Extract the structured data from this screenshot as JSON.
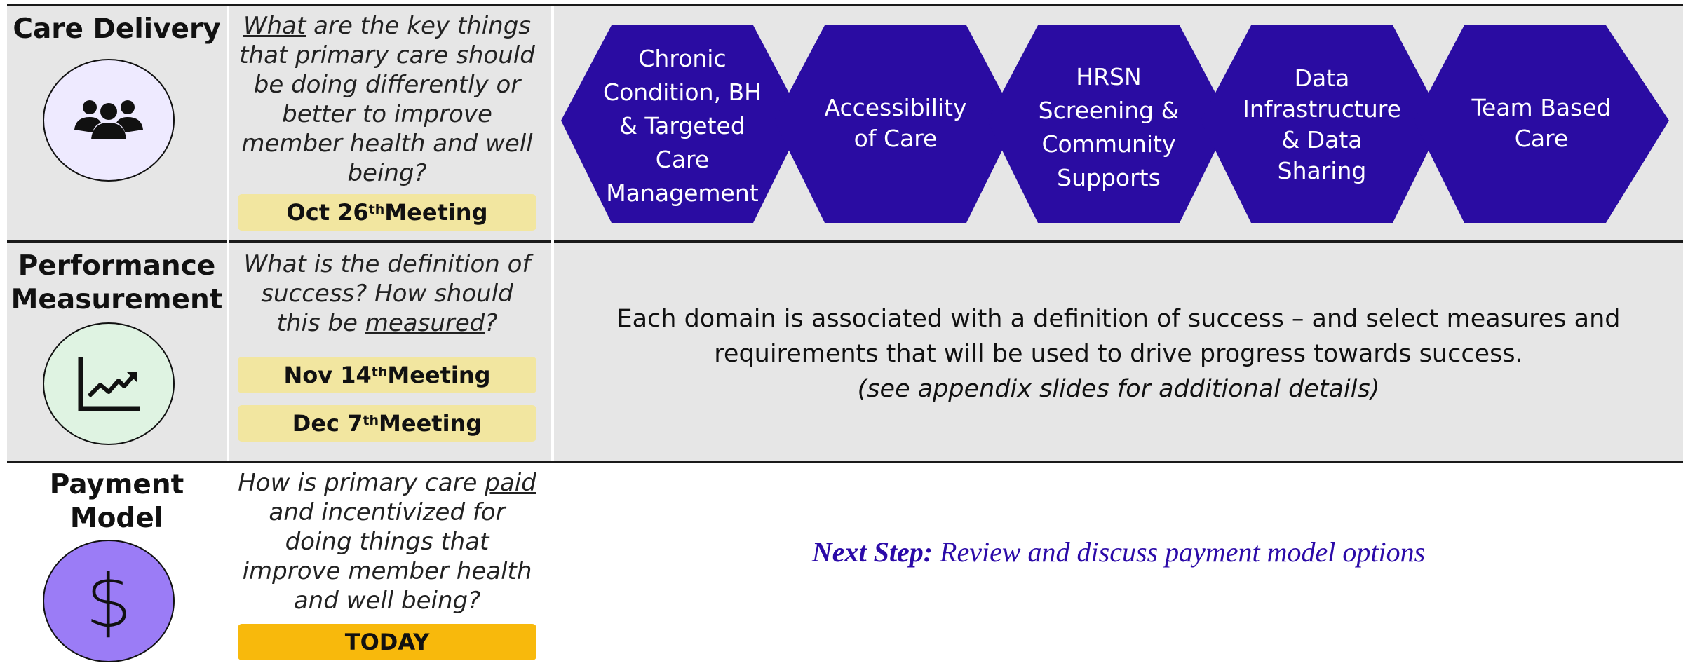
{
  "colors": {
    "row_background": "#e6e6e6",
    "hexagon_fill": "#2a0ca2",
    "meeting_pill": "#f2e6a0",
    "today_pill": "#f8b90c",
    "care_circle": "#eeeaff",
    "perf_circle": "#dff3e2",
    "payment_circle": "#9b7cf6",
    "next_step_text": "#2b0aa8"
  },
  "care_delivery": {
    "title": "Care Delivery",
    "icon": "people-group-icon",
    "question_underlined": "What",
    "question_rest": " are the key things that primary care should be doing differently or better to improve member health and well being?",
    "meeting": {
      "label_pre": "Oct 26",
      "label_sup": "th",
      "label_post": " Meeting"
    },
    "domains": [
      {
        "line1": "Chronic",
        "line2": "Condition, BH",
        "line3": "& Targeted",
        "line4": "Care",
        "line5": "Management"
      },
      {
        "line1": "Accessibility",
        "line2": "of Care"
      },
      {
        "line1": "HRSN",
        "line2": "Screening &",
        "line3": "Community",
        "line4": "Supports"
      },
      {
        "line1": "Data",
        "line2": "Infrastructure",
        "line3": "& Data",
        "line4": "Sharing"
      },
      {
        "line1": "Team Based",
        "line2": "Care"
      }
    ]
  },
  "performance_measurement": {
    "title_line1": "Performance",
    "title_line2": "Measurement",
    "icon": "trend-chart-icon",
    "question_pre": "What is the definition of success? How should this be ",
    "question_underlined": "measured",
    "question_post": "?",
    "meetings": [
      {
        "label_pre": "Nov 14",
        "label_sup": "th",
        "label_post": " Meeting"
      },
      {
        "label_pre": "Dec 7",
        "label_sup": "th",
        "label_post": " Meeting"
      }
    ],
    "description_line1": "Each domain is associated with a definition of success – and select measures and",
    "description_line2": "requirements that will be used to drive progress towards success.",
    "description_note": "(see appendix slides for additional details)"
  },
  "payment_model": {
    "title_line1": "Payment",
    "title_line2": "Model",
    "icon": "dollar-sign-icon",
    "icon_glyph": "$",
    "question_pre": "How is primary care ",
    "question_underlined": "paid",
    "question_post": " and incentivized for doing things that improve member health and well being?",
    "today_label": "TODAY",
    "next_step_bold": "Next Step:",
    "next_step_rest": " Review and discuss payment model options"
  }
}
